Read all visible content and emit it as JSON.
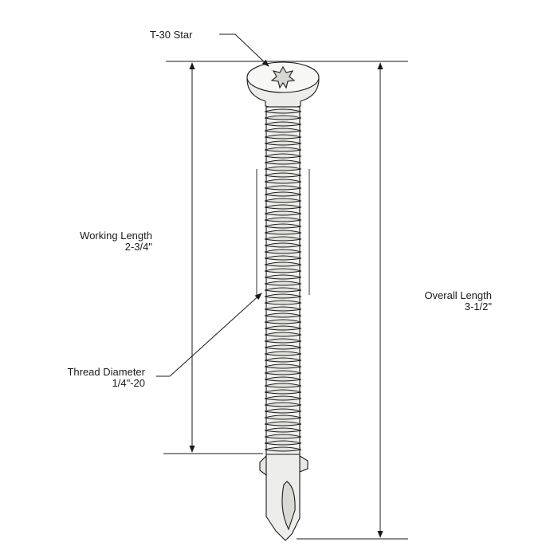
{
  "labels": {
    "drive": "T-30 Star",
    "working_length": {
      "title": "Working Length",
      "value": "2-3/4\""
    },
    "thread_diameter": {
      "title": "Thread Diameter",
      "value": "1/4\"-20"
    },
    "overall_length": {
      "title": "Overall Length",
      "value": "3-1/2\""
    }
  }
}
